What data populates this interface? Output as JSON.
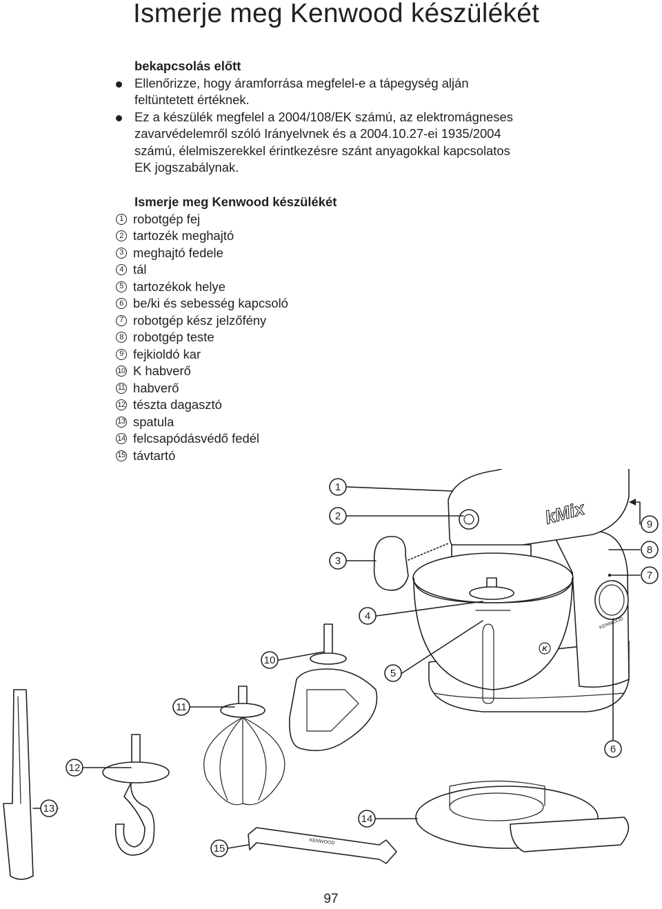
{
  "title": "Ismerje meg Kenwood készülékét",
  "before_use": {
    "heading": "bekapcsolás előtt",
    "bullets": [
      "Ellenőrizze, hogy áramforrása megfelel-e a tápegység alján feltüntetett értéknek.",
      "Ez a készülék megfelel a 2004/108/EK számú, az elektromágneses zavarvédelemről szóló Irányelvnek és a 2004.10.27-ei 1935/2004 számú, élelmiszerekkel érintkezésre szánt anyagokkal kapcsolatos EK jogszabálynak."
    ]
  },
  "parts": {
    "heading": "Ismerje meg Kenwood készülékét",
    "items": [
      {
        "num": "1",
        "label": "robotgép fej"
      },
      {
        "num": "2",
        "label": "tartozék meghajtó"
      },
      {
        "num": "3",
        "label": "meghajtó fedele"
      },
      {
        "num": "4",
        "label": "tál"
      },
      {
        "num": "5",
        "label": "tartozékok helye"
      },
      {
        "num": "6",
        "label": "be/ki és sebesség kapcsoló"
      },
      {
        "num": "7",
        "label": "robotgép kész jelzőfény"
      },
      {
        "num": "8",
        "label": "robotgép teste"
      },
      {
        "num": "9",
        "label": "fejkioldó kar"
      },
      {
        "num": "10",
        "label": "K habverő"
      },
      {
        "num": "11",
        "label": "habverő"
      },
      {
        "num": "12",
        "label": "tészta dagasztó"
      },
      {
        "num": "13",
        "label": "spatula"
      },
      {
        "num": "14",
        "label": "felcsapódásvédő fedél"
      },
      {
        "num": "15",
        "label": "távtartó"
      }
    ]
  },
  "diagram": {
    "head_logo": "kMix",
    "bowl_logo": "K",
    "base_brand": "KENWOOD",
    "spanner_brand": "KENWOOD",
    "callouts": [
      "1",
      "2",
      "3",
      "4",
      "5",
      "6",
      "7",
      "8",
      "9",
      "10",
      "11",
      "12",
      "13",
      "14",
      "15"
    ]
  },
  "page_number": "97"
}
